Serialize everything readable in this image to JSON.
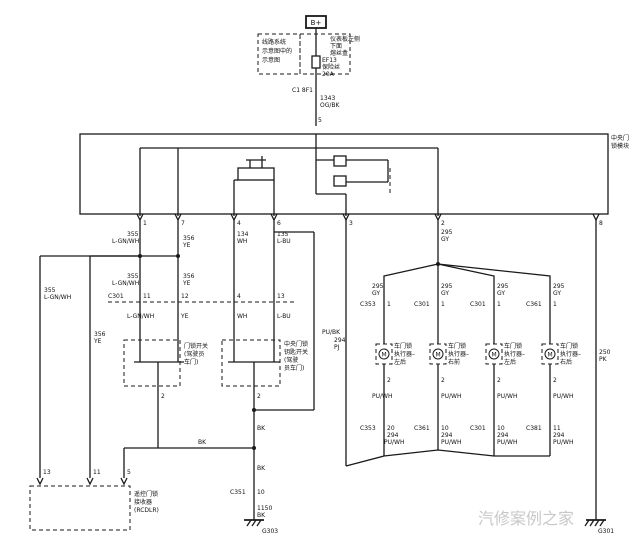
{
  "colors": {
    "wire": "#1a1a1a",
    "background": "#ffffff",
    "watermark": "#c8c8c8"
  },
  "fuse_block": {
    "power_label": "B+",
    "note_left": [
      "线路系统",
      "示意图中的",
      "示意图"
    ],
    "note_right": [
      "仪表板左侧",
      "下面",
      "熔丝盒"
    ],
    "fuse_name": "EF13",
    "fuse_desc": [
      "保险丝",
      "20A"
    ],
    "connector": "C1 8F1",
    "wire_top": "1343",
    "wire_color": "OG/BK"
  },
  "central_module": {
    "name": [
      "中央门",
      "锁模块"
    ]
  },
  "module_pins": [
    "1",
    "7",
    "4",
    "6",
    "3",
    "2",
    "8"
  ],
  "left_wires": [
    {
      "id": "355",
      "color": "L-GN/WH"
    },
    {
      "id": "356",
      "color": "YE"
    },
    {
      "id": "134",
      "color": "WH"
    },
    {
      "id": "135",
      "color": "L-BU"
    }
  ],
  "lower_wires": [
    {
      "id": "355",
      "color": "L-GN/WH"
    },
    {
      "id": "356",
      "color": "YE"
    }
  ],
  "far_left_wire": {
    "id": "355",
    "color": "L-GN/WH"
  },
  "mid_left_wire": {
    "id": "356",
    "color": "YE"
  },
  "connector_c301": {
    "name": "C301",
    "pins": [
      "11",
      "12",
      "4",
      "13"
    ]
  },
  "switch_lock": {
    "name": [
      "门锁开关",
      "(驾驶员",
      "车门)"
    ],
    "colors": [
      "L-GN/WH",
      "YE"
    ]
  },
  "switch_central": {
    "name": [
      "中央门锁",
      "钥匙开关",
      "(驾驶",
      "员车门)"
    ],
    "colors": [
      "WH",
      "L-BU"
    ]
  },
  "ground_wire": {
    "color": "BK",
    "connector": "C351",
    "pin": "10",
    "id": "1150",
    "ground": "G303"
  },
  "bk_branch": "BK",
  "gy_wire": {
    "id": "295",
    "color": "GY"
  },
  "pj_wire": {
    "id": "294",
    "color": "PJ",
    "alt": "PU/BK"
  },
  "pk_wire": {
    "id": "250",
    "color": "PK"
  },
  "motors": [
    {
      "connector": "C353",
      "wire": "295",
      "color": "GY",
      "name": [
        "车门锁",
        "执行器–",
        "左后"
      ],
      "out_id": "294",
      "out_color": "PU/WH",
      "bottom": "C353",
      "pin": "2",
      "bot_id": "294",
      "bot_color": "PU/WH"
    },
    {
      "connector": "C301",
      "wire": "295",
      "color": "GY",
      "name": [
        "车门锁",
        "执行器–",
        "右前"
      ],
      "out_id": "294",
      "out_color": "PU/WH",
      "bottom": "C361",
      "pin": "2",
      "bot_id": "294",
      "bot_color": "PU/WH"
    },
    {
      "connector": "C301",
      "wire": "295",
      "color": "GY",
      "name": [
        "车门锁",
        "执行器–",
        "左后"
      ],
      "out_id": "294",
      "out_color": "PU/WH",
      "bottom": "C301",
      "pin": "2",
      "bot_id": "294",
      "bot_color": "PU/WH"
    },
    {
      "connector": "C361",
      "wire": "295",
      "color": "GY",
      "name": [
        "车门锁",
        "执行器–",
        "右后"
      ],
      "out_id": "294",
      "out_color": "PU/WH",
      "bottom": "C381",
      "pin": "2",
      "bot_id": "294",
      "bot_color": "PU/WH"
    }
  ],
  "receiver": {
    "name": [
      "遥控门锁",
      "接收器",
      "(RCDLR)"
    ],
    "pins": [
      "13",
      "11",
      "5"
    ]
  },
  "ground_right": "G301",
  "watermark": "汽修案例之家"
}
